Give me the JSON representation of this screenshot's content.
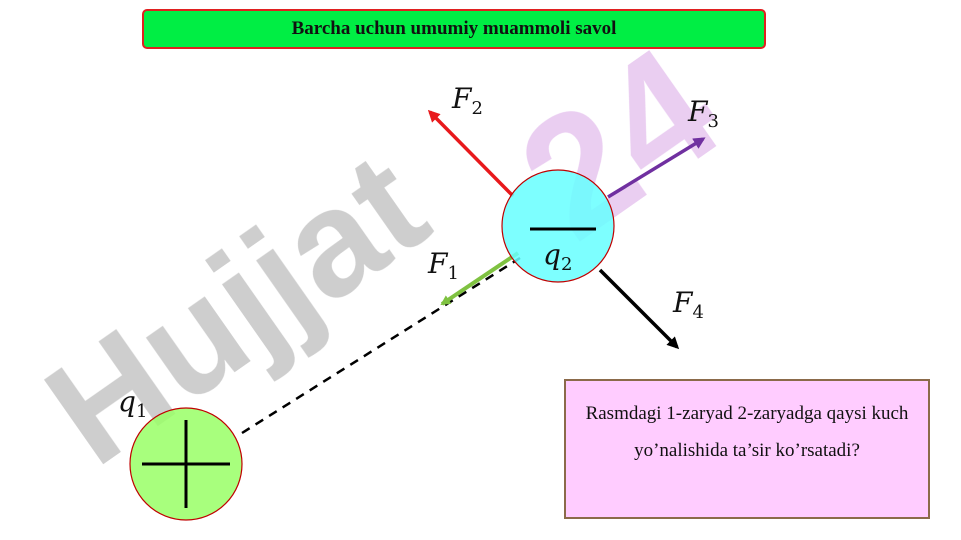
{
  "header": {
    "title": "Barcha uchun umumiy muammoli savol"
  },
  "question": {
    "text": "Rasmdagi 1-zaryad 2-zaryadga qaysi kuch yo’nalishida  ta’sir ko’rsatadi?"
  },
  "watermark": {
    "text": "Hujjat",
    "number": "24"
  },
  "charges": {
    "q1": {
      "symbol": "q",
      "subscript": "1"
    },
    "q2": {
      "symbol": "q",
      "subscript": "2"
    }
  },
  "forces": [
    {
      "id": "F1",
      "symbol": "F",
      "subscript": "1",
      "color": "#7fc241"
    },
    {
      "id": "F2",
      "symbol": "F",
      "subscript": "2",
      "color": "#e8191c"
    },
    {
      "id": "F3",
      "symbol": "F",
      "subscript": "3",
      "color": "#7030a0"
    },
    {
      "id": "F4",
      "symbol": "F",
      "subscript": "4",
      "color": "#000000"
    }
  ],
  "colors": {
    "banner_fill": "#00ee44",
    "banner_border": "#e02020",
    "question_fill": "#ffccff",
    "question_border": "#8b6a4a",
    "q1_fill": "#99ff66",
    "q2_fill": "#66ffff",
    "charge_border": "#c00000"
  }
}
